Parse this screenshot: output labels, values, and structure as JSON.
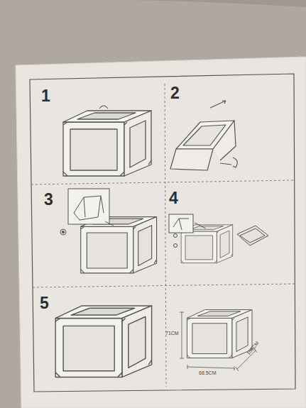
{
  "diagram": {
    "labels": [
      "1",
      "2",
      "3",
      "4",
      "5",
      "71CM",
      "68.5CM",
      "106CM"
    ]
  }
}
